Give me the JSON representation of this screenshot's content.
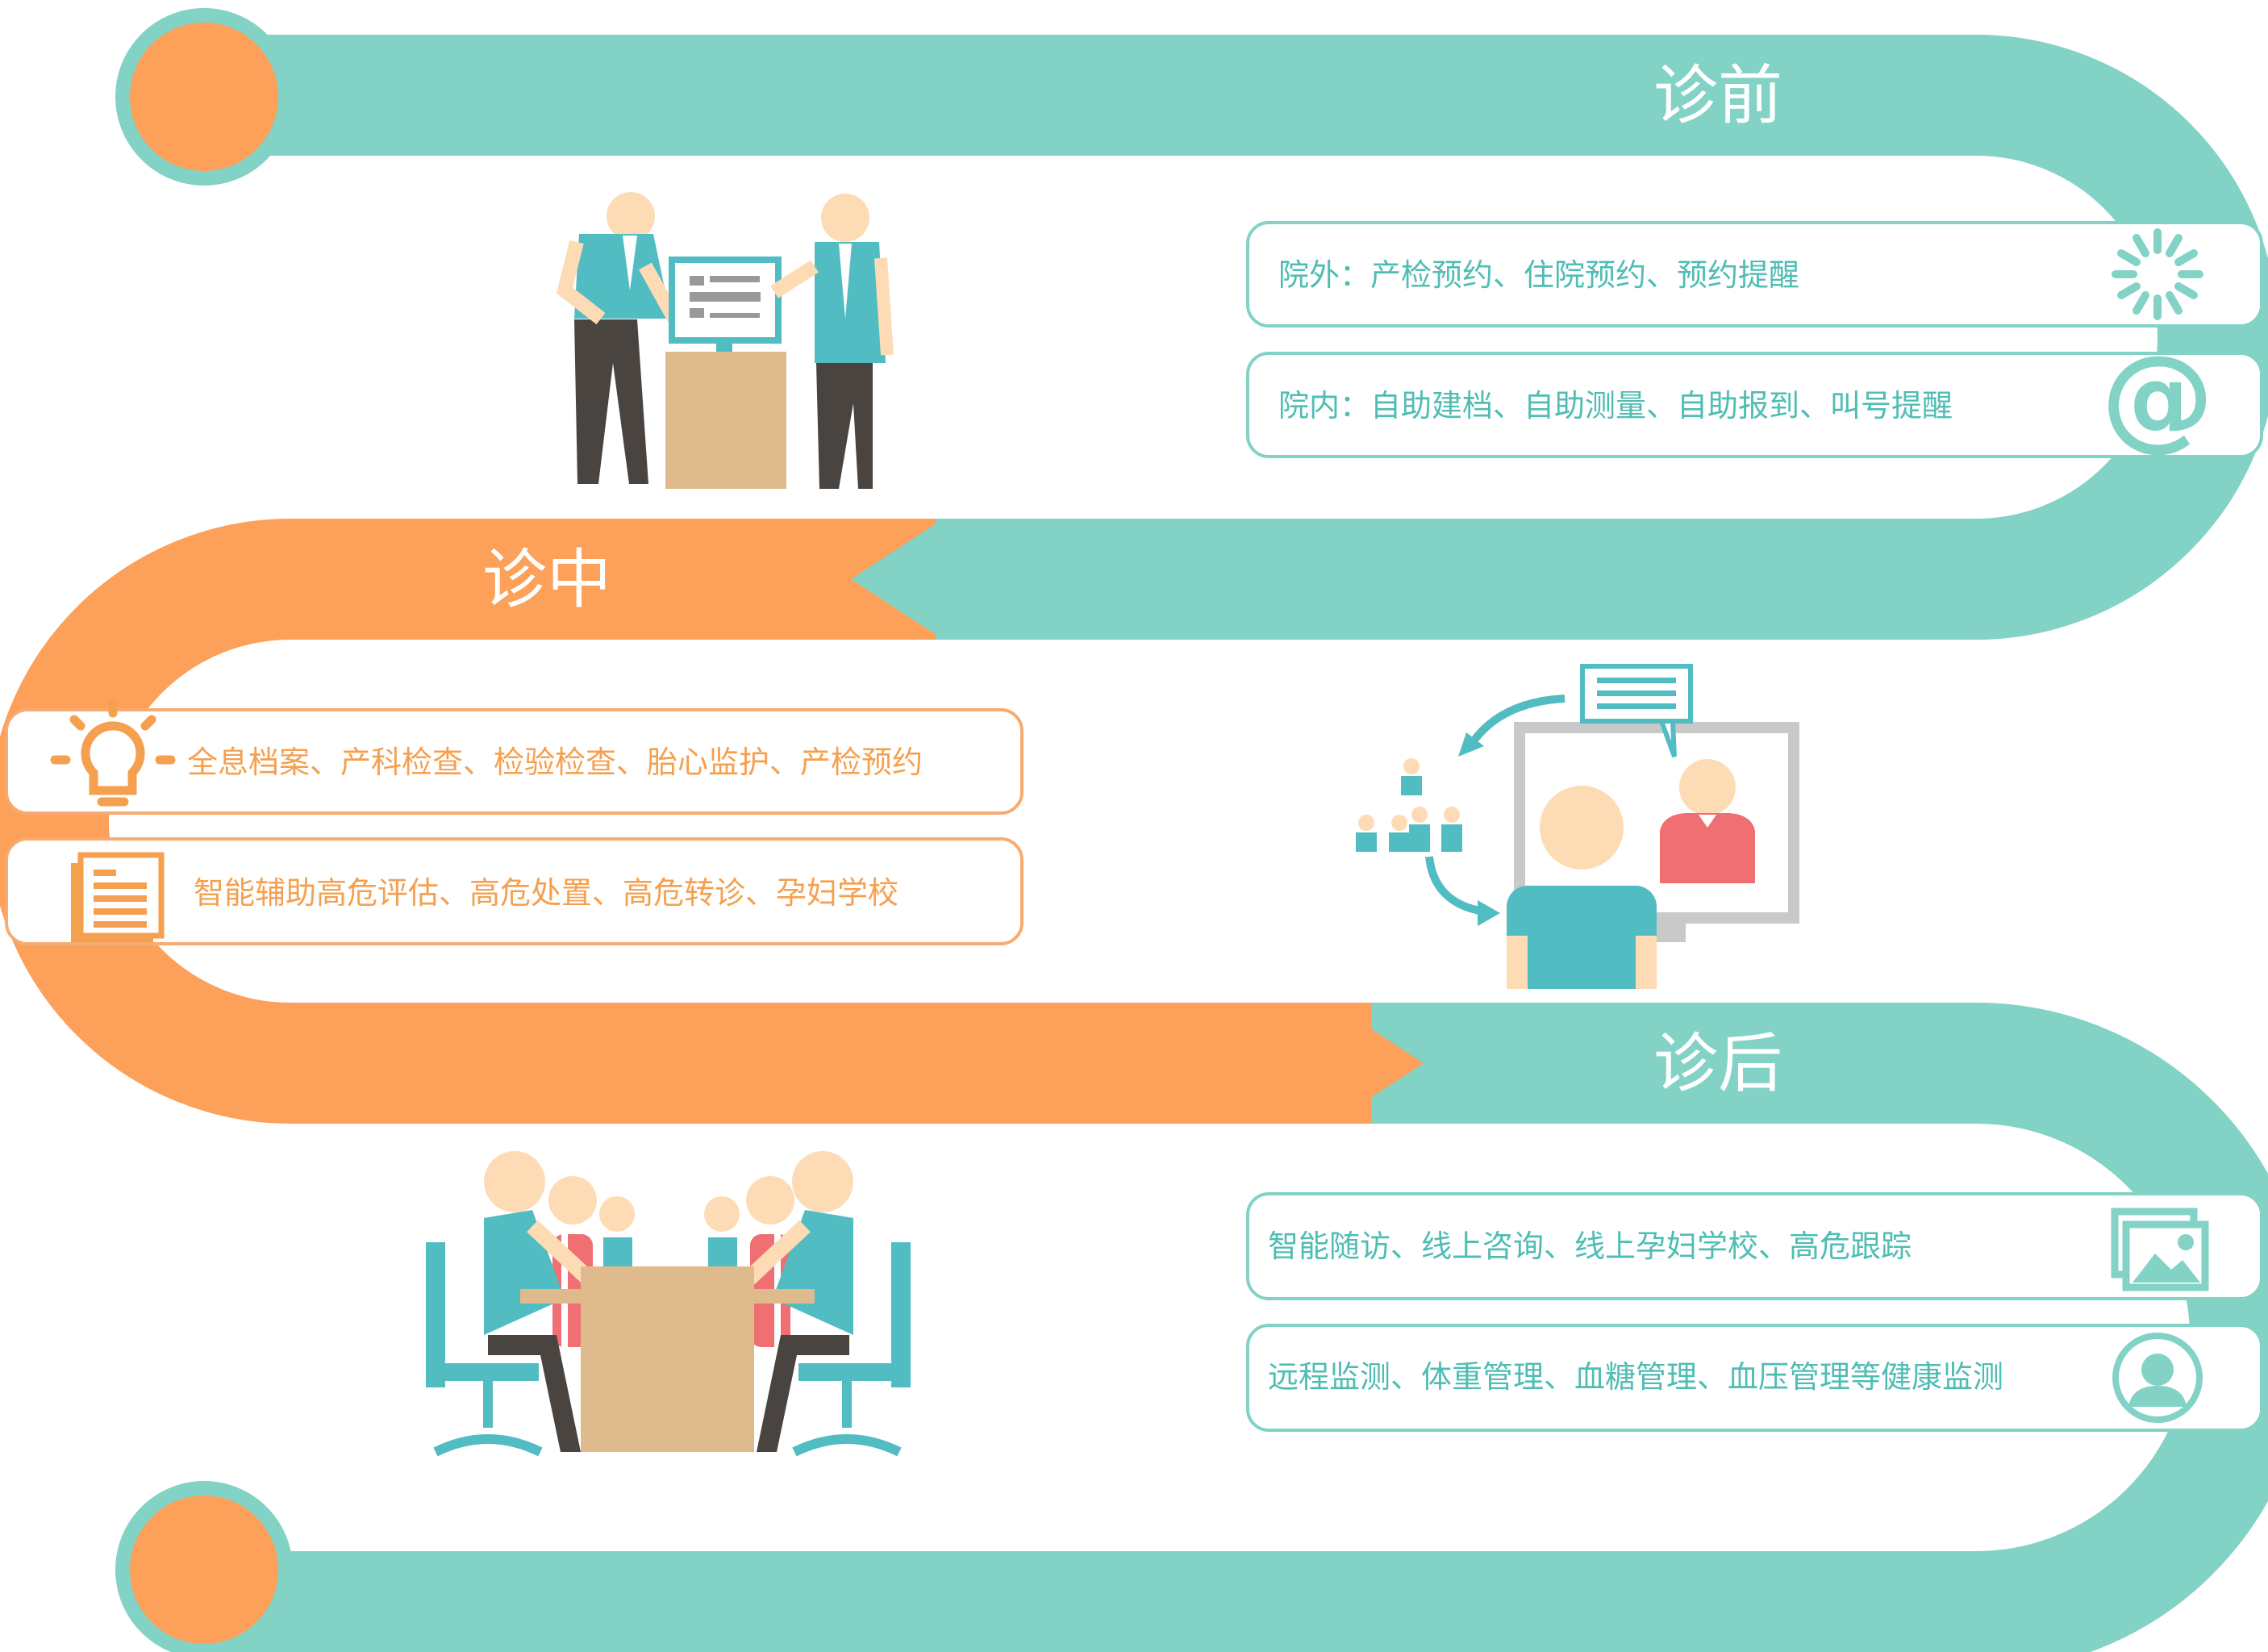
{
  "stages": {
    "pre": {
      "title": "诊前",
      "items": [
        {
          "text": "院外：产检预约、住院预约、预约提醒",
          "icon": "loading-spinner-icon"
        },
        {
          "text": "院内：自助建档、自助测量、自助报到、叫号提醒",
          "icon": "at-sign-icon"
        }
      ]
    },
    "during": {
      "title": "诊中",
      "items": [
        {
          "text": "全息档案、产科检查、检验检查、胎心监护、产检预约",
          "icon": "lightbulb-icon"
        },
        {
          "text": "智能辅助高危评估、高危处置、高危转诊、孕妇学校",
          "icon": "document-icon"
        }
      ]
    },
    "post": {
      "title": "诊后",
      "items": [
        {
          "text": "智能随访、线上咨询、线上孕妇学校、高危跟踪",
          "icon": "photo-gallery-icon"
        },
        {
          "text": "远程监测、体重管理、血糖管理、血压管理等健康监测",
          "icon": "user-avatar-icon"
        }
      ]
    }
  },
  "colors": {
    "teal": "#83d2c6",
    "teal_dark": "#52bcc3",
    "orange": "#fca05a",
    "box_teal_border": "#83d2c6",
    "box_orange_border": "#f8ab70",
    "skin": "#fddcb5",
    "pants": "#4a4441",
    "desk": "#dfba8c",
    "red_shirt": "#ef6f73",
    "monitor_gray": "#c9c9c9"
  }
}
